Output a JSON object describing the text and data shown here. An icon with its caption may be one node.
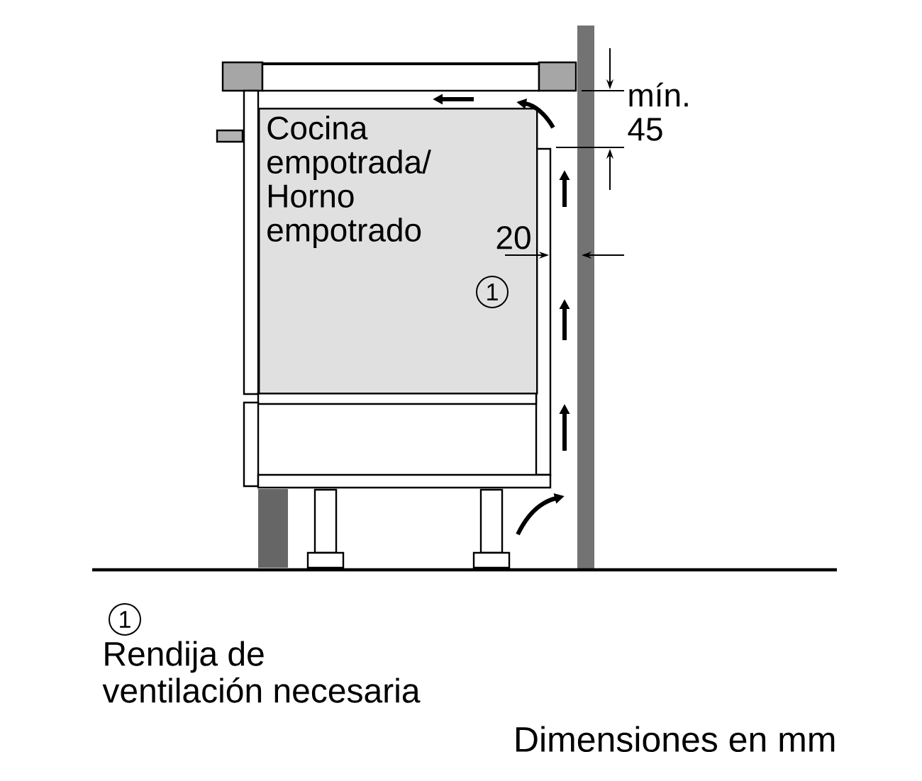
{
  "diagram": {
    "nodes": [
      {
        "text": [
          "Cocina empotrada/ Horno empotrado"
        ]
      }
    ],
    "labels": [
      "mín. 45",
      "20",
      "1",
      "1",
      "Rendija de ventilación necesaria",
      "Dimensiones en mm"
    ]
  }
}
